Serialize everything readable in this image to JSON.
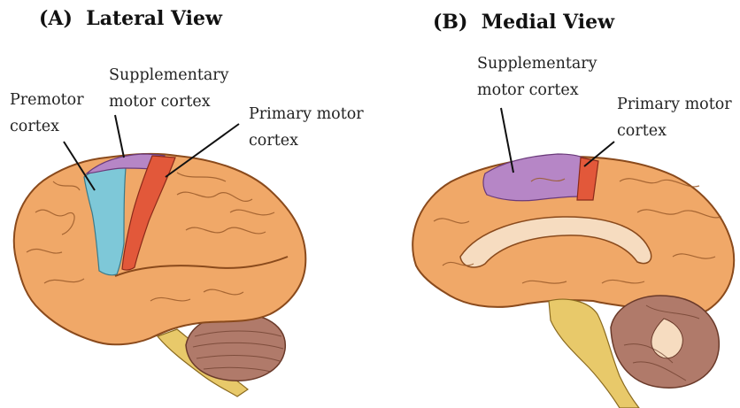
{
  "panels": {
    "a": {
      "letter": "(A)",
      "title": "Lateral View",
      "labels": {
        "premotor_1": "Premotor",
        "premotor_2": "cortex",
        "sma_1": "Supplementary",
        "sma_2": "motor cortex",
        "primary_1": "Primary motor",
        "primary_2": "cortex"
      }
    },
    "b": {
      "letter": "(B)",
      "title": "Medial View",
      "labels": {
        "sma_1": "Supplementary",
        "sma_2": "motor cortex",
        "primary_1": "Primary motor",
        "primary_2": "cortex"
      }
    }
  },
  "colors": {
    "cortex": "#f0a868",
    "cortex_outline": "#8a4a1c",
    "premotor": "#7ec8d8",
    "supplementary_motor": "#b686c6",
    "primary_motor": "#e2583a",
    "cerebellum": "#b07a6a",
    "brainstem": "#e8c96a",
    "corpus_callosum": "#f6dcc0"
  }
}
